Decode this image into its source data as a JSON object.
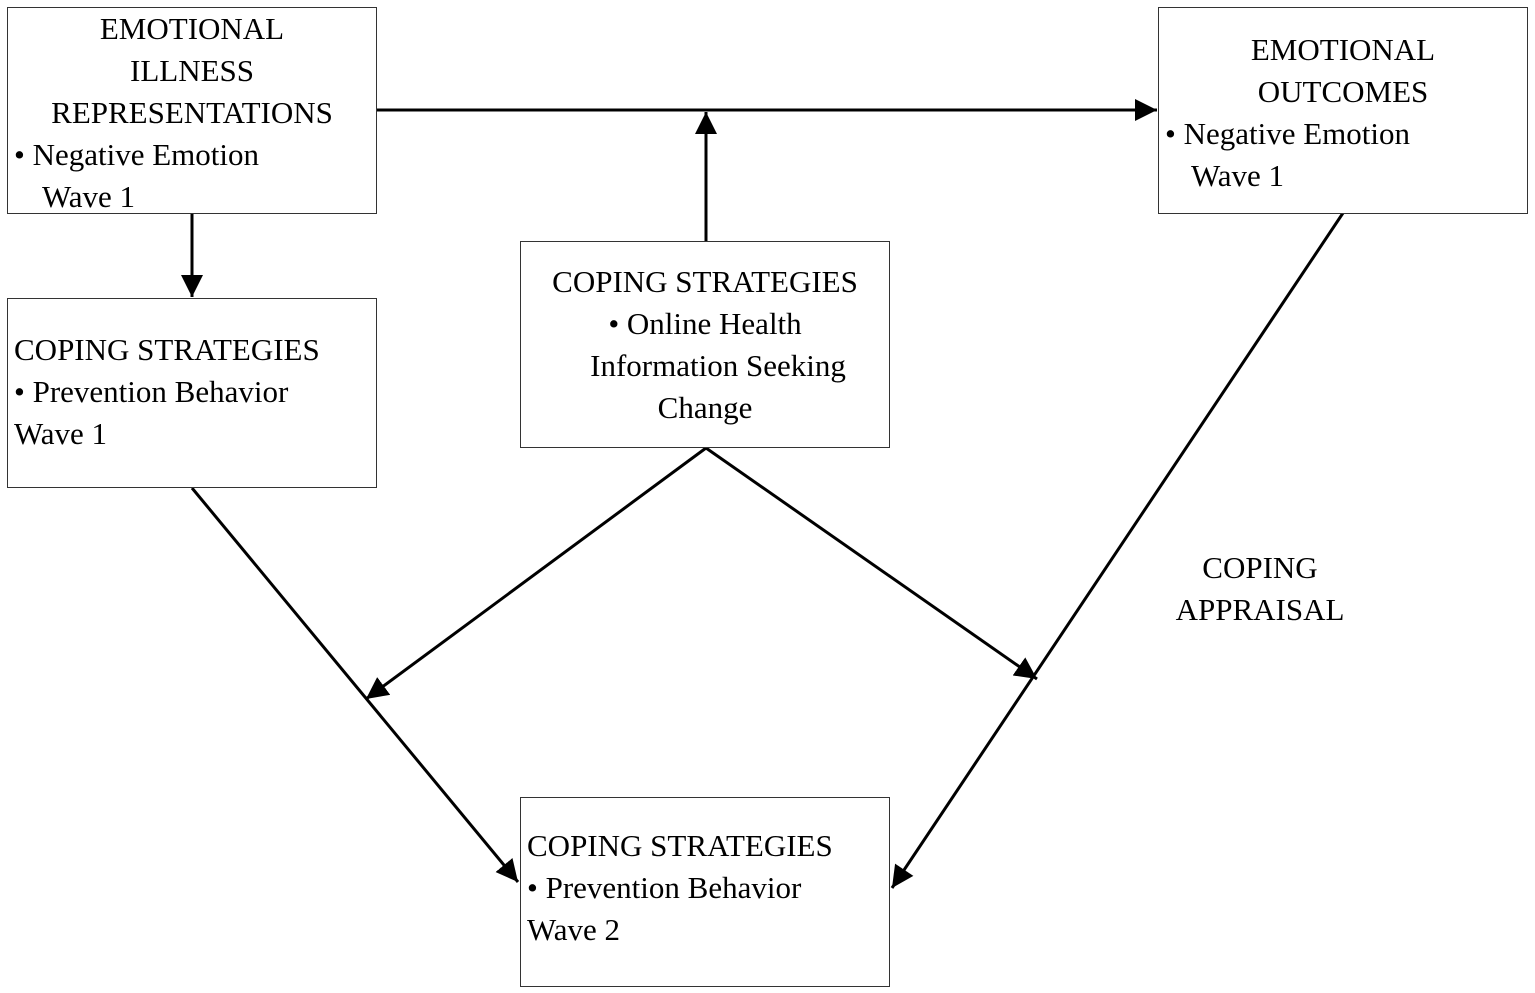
{
  "nodes": {
    "eir": {
      "title_lines": [
        "EMOTIONAL",
        "ILLNESS",
        "REPRESENTATIONS"
      ],
      "bullet": "• Negative Emotion",
      "wave": "Wave 1"
    },
    "eo": {
      "title_lines": [
        "EMOTIONAL",
        "OUTCOMES"
      ],
      "bullet": "• Negative Emotion",
      "wave": "Wave 1"
    },
    "cs_pb1": {
      "title": "COPING STRATEGIES",
      "bullet": "• Prevention Behavior",
      "wave": "Wave 1"
    },
    "cs_ohis": {
      "title": "COPING STRATEGIES",
      "bullet_lines": [
        "• Online Health",
        "Information Seeking",
        "Change"
      ]
    },
    "cs_pb2": {
      "title": "COPING STRATEGIES",
      "bullet": "• Prevention Behavior",
      "wave": "Wave 2"
    }
  },
  "labels": {
    "coping_appraisal": [
      "COPING",
      "APPRAISAL"
    ]
  },
  "edges": [
    {
      "from": "eir",
      "to": "eo"
    },
    {
      "from": "eir",
      "to": "cs_pb1"
    },
    {
      "from": "cs_pb1",
      "to": "cs_pb2"
    },
    {
      "from": "eo",
      "to": "cs_pb2"
    },
    {
      "from": "cs_ohis",
      "to": "edge:eir-eo"
    },
    {
      "from": "cs_ohis",
      "to": "edge:cs_pb1-cs_pb2"
    },
    {
      "from": "cs_ohis",
      "to": "edge:eo-cs_pb2"
    }
  ]
}
